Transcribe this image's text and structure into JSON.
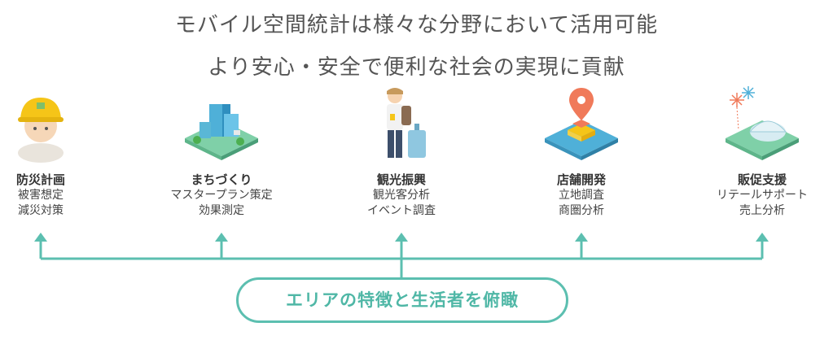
{
  "header": {
    "line1": "モバイル空間統計は様々な分野において活用可能",
    "line2": "より安心・安全で便利な社会の実現に貢献"
  },
  "items": [
    {
      "title": "防災計画",
      "desc": [
        "被害想定",
        "減災対策"
      ],
      "icon": "hardhat-worker-icon"
    },
    {
      "title": "まちづくり",
      "desc": [
        "マスタープラン策定",
        "効果測定"
      ],
      "icon": "city-blocks-icon"
    },
    {
      "title": "観光振興",
      "desc": [
        "観光客分析",
        "イベント調査"
      ],
      "icon": "tourist-icon"
    },
    {
      "title": "店舗開発",
      "desc": [
        "立地調査",
        "商圏分析"
      ],
      "icon": "map-pin-icon"
    },
    {
      "title": "販促支援",
      "desc": [
        "リテールサポート",
        "売上分析"
      ],
      "icon": "dome-fireworks-icon"
    }
  ],
  "center_label": "エリアの特徴と生活者を俯瞰",
  "colors": {
    "accent": "#5cbfb0",
    "text": "#555555"
  }
}
